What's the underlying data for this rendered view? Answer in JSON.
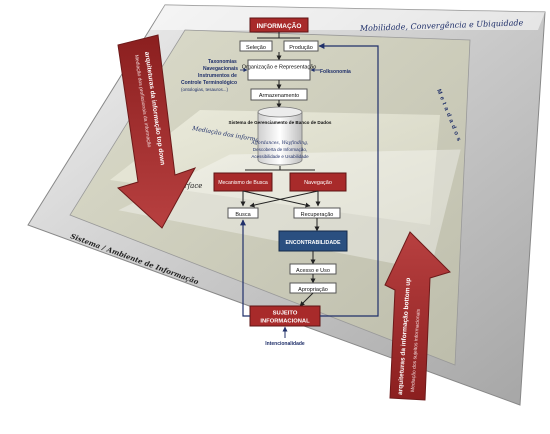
{
  "outer_title": "Mobilidade, Convergência e Ubiquidade",
  "outer_bottom_label": "Sistema / Ambiente de Informação",
  "interface_label": "Interface",
  "mediation_label": "Mediação dos informáticos",
  "right_vertical": "Metadados",
  "left_arrow": {
    "line1": "arquiteturas da informação top down",
    "line2": "Mediação dos profissionais da informação"
  },
  "right_arrow": {
    "line1": "arquiteturas da informação bottom up",
    "line2": "Mediação dos sujeitos informacionais"
  },
  "boxes": {
    "informacao": "INFORMAÇÃO",
    "selecao": "Seleção",
    "producao": "Produção",
    "organizacao": "Organização e Representação",
    "armazenamento": "Armazenamento",
    "sgbd": "Sistema de Gerenciamento de Banco de Dados",
    "affordances": "Affordances, Wayfinding,",
    "affordances2": "Descoberta de Informação,",
    "affordances3": "Acessibilidade e Usabilidade",
    "mecanismo": "Mecanismo de Busca",
    "navegacao": "Navegação",
    "busca": "Busca",
    "recuperacao": "Recuperação",
    "encontrabilidade": "ENCONTRABILIDADE",
    "acesso": "Acesso e Uso",
    "apropriacao": "Apropriação",
    "sujeito1": "SUJEITO",
    "sujeito2": "INFORMACIONAL"
  },
  "side_labels": {
    "taxonomias": "Taxonomias",
    "navegacionais": "Navegacionais",
    "instrumentos": "Instrumentos de",
    "controle": "Controle Terminológico",
    "controle2": "(ontologias, tesauros...)",
    "folksonomia": "Folksonomia",
    "intencionalidade": "Intencionalidade"
  },
  "colors": {
    "red": "#a82a2a",
    "blue": "#2a4f80",
    "navy": "#20306a"
  }
}
